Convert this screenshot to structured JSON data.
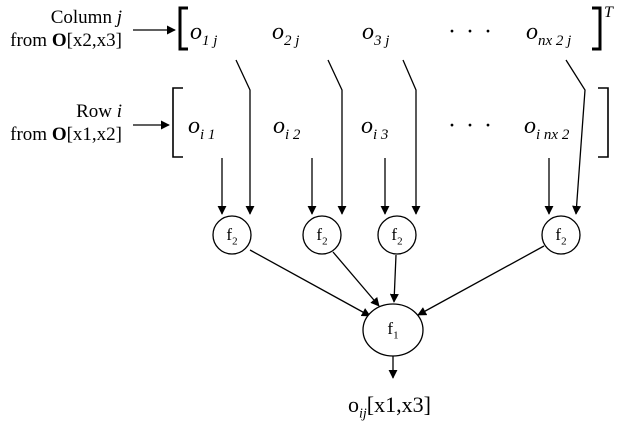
{
  "column_label": {
    "line1_word": "Column",
    "line1_var": "j",
    "line2_from": "from",
    "line2_matrix": "O",
    "line2_args": "[x2,x3]"
  },
  "row_label": {
    "line1_word": "Row",
    "line1_var": "i",
    "line2_from": "from",
    "line2_matrix": "O",
    "line2_args": "[x1,x2]"
  },
  "column_vector": {
    "transpose": "T",
    "ellipsis": "· · ·",
    "elements": [
      {
        "base": "o",
        "sub": "1 j"
      },
      {
        "base": "o",
        "sub": "2 j"
      },
      {
        "base": "o",
        "sub": "3 j"
      },
      {
        "base": "o",
        "sub": "nx 2 j"
      }
    ]
  },
  "row_vector": {
    "ellipsis": "· · ·",
    "elements": [
      {
        "base": "o",
        "sub": "i 1"
      },
      {
        "base": "o",
        "sub": "i 2"
      },
      {
        "base": "o",
        "sub": "i 3"
      },
      {
        "base": "o",
        "sub": "i nx 2"
      }
    ]
  },
  "inner_nodes": {
    "base": "f",
    "sub": "2"
  },
  "outer_node": {
    "base": "f",
    "sub": "1"
  },
  "output": {
    "base": "o",
    "sub": "ij",
    "args": "[x1,x3]"
  }
}
